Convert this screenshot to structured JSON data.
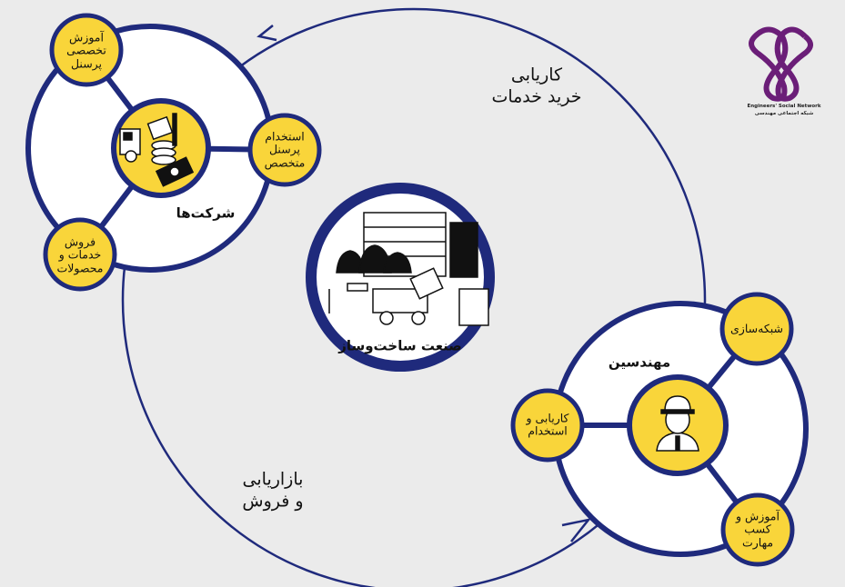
{
  "colors": {
    "navy": "#1f2a7c",
    "yellow": "#f9d53a",
    "background": "#ebebeb",
    "logo": "#6b1e78"
  },
  "logo": {
    "name_en": "Engineers' Social Network",
    "name_fa": "شبکه اجتماعی مهندسی"
  },
  "center": {
    "label": "صنعت ساخت‌وساز",
    "icon": "construction-icon"
  },
  "flows": {
    "top": "کاریابی\nخرید خدمات",
    "bottom": "بازاریابی\nو فروش"
  },
  "companies": {
    "label": "شرکت‌ها",
    "icon": "truck-money-icon",
    "nodes": [
      "آموزش\nتخصصی\nپرسنل",
      "استخدام\nپرسنل\nمتخصص",
      "فروش\nخدمات و\nمحصولات"
    ]
  },
  "engineers": {
    "label": "مهندسین",
    "icon": "engineer-icon",
    "nodes": [
      "شبکه‌سازی",
      "کاریابی و\nاستخدام",
      "آموزش و\nکسب\nمهارت"
    ]
  }
}
